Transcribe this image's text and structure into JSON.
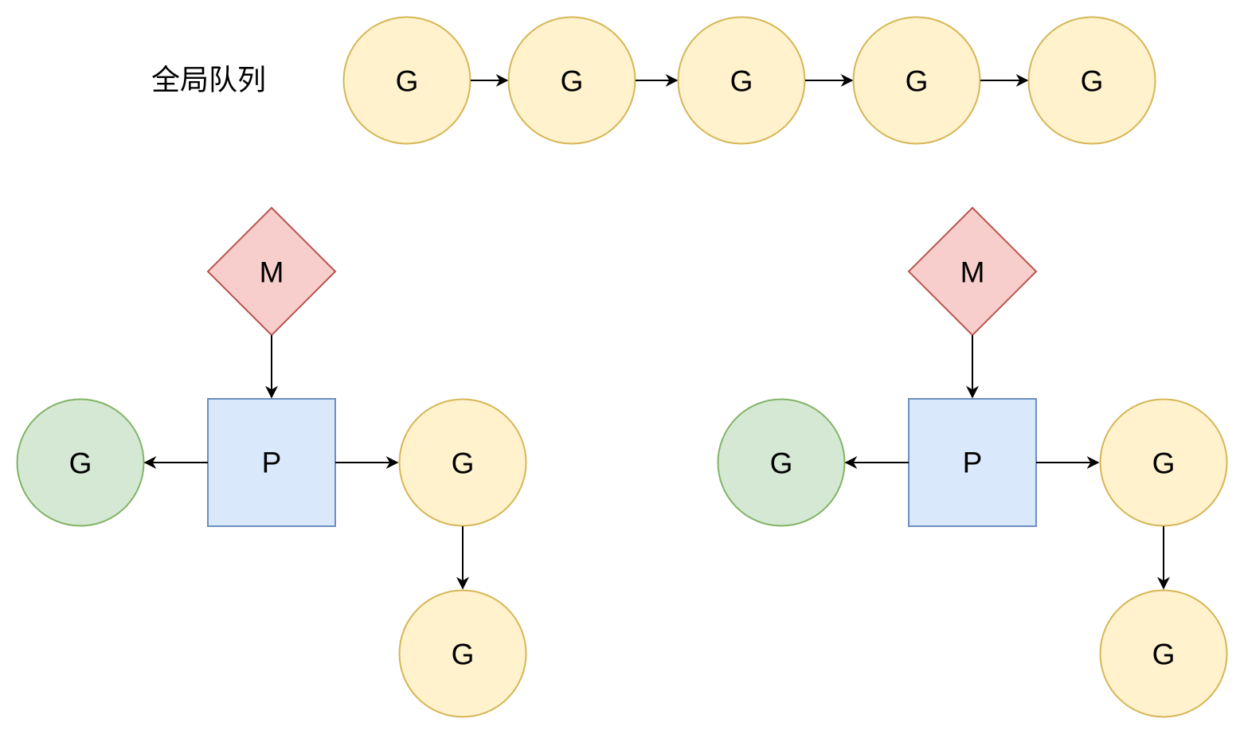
{
  "title": "全局队列",
  "colors": {
    "g_runnable_fill": "#fff2cc",
    "g_runnable_stroke": "#d6b656",
    "g_running_fill": "#d5e8d4",
    "g_running_stroke": "#82b366",
    "p_fill": "#dae8fc",
    "p_stroke": "#6c8ebf",
    "m_fill": "#f8cecc",
    "m_stroke": "#b85450"
  },
  "global_queue": [
    "G",
    "G",
    "G",
    "G",
    "G"
  ],
  "groups": [
    {
      "m": "M",
      "p": "P",
      "running_g": "G",
      "local_queue": [
        "G",
        "G"
      ]
    },
    {
      "m": "M",
      "p": "P",
      "running_g": "G",
      "local_queue": [
        "G",
        "G"
      ]
    }
  ]
}
